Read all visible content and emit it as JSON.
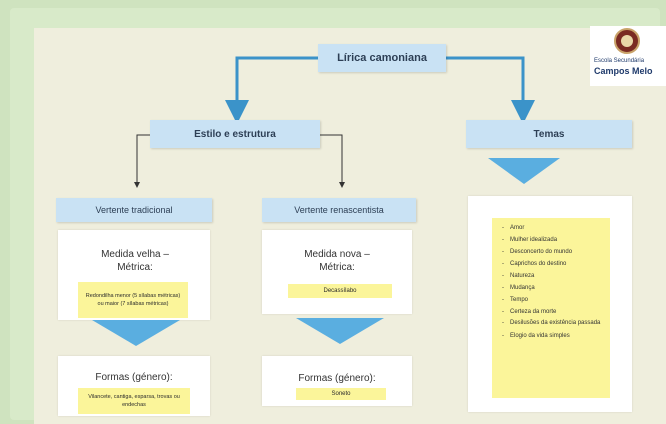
{
  "title": "Lírica camoniana",
  "logo": {
    "line1": "Escola Secundária",
    "line2": "Campos Melo"
  },
  "left_branch": {
    "label": "Estilo e estrutura",
    "traditional": {
      "label": "Vertente tradicional",
      "metric_title": "Medida velha – Métrica:",
      "metric_detail": "Redondilha menor (5 sílabas métricas) ou maior (7 sílabas métricas)",
      "forms_title": "Formas (género):",
      "forms_detail": "Vilancete, cantiga, esparsa, trovas ou endechas"
    },
    "renaissance": {
      "label": "Vertente renascentista",
      "metric_title": "Medida nova – Métrica:",
      "metric_detail": "Decassílabo",
      "forms_title": "Formas (género):",
      "forms_detail": "Soneto"
    }
  },
  "right_branch": {
    "label": "Temas",
    "themes": [
      "Amor",
      "Mulher idealizada",
      "Desconcerto do mundo",
      "Caprichos do destino",
      "Natureza",
      "Mudança",
      "Tempo",
      "Certeza da morte",
      "Desilusões da existência passada",
      "Elogio da vida simples"
    ]
  },
  "colors": {
    "background": "#cfe3bf",
    "panel": "#efeedd",
    "header_box": "#c9e2f4",
    "highlight": "#fbf59a",
    "arrow_blue": "#3b93c9",
    "triangle_blue": "#5aaee0"
  }
}
